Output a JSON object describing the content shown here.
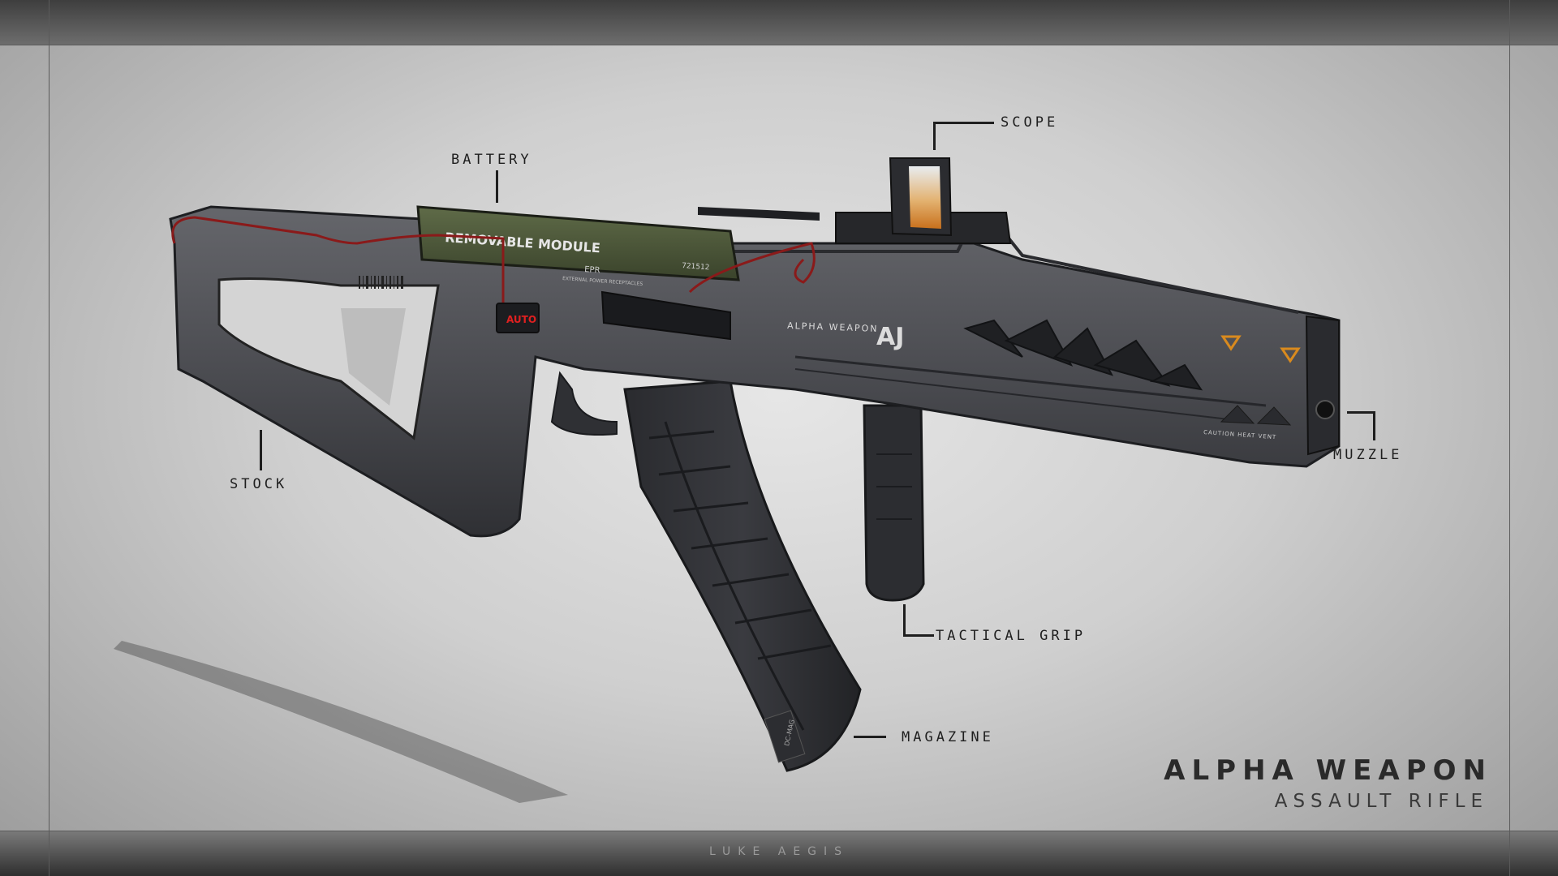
{
  "callouts": {
    "scope": "SCOPE",
    "battery": "BATTERY",
    "stock": "STOCK",
    "muzzle": "MUZZLE",
    "tactical_grip": "TACTICAL GRIP",
    "magazine": "MAGAZINE"
  },
  "title": "ALPHA WEAPON",
  "subtitle": "ASSAULT RIFLE",
  "credit": "LUKE AEGIS",
  "weapon_markings": {
    "battery_module": "REMOVABLE MODULE",
    "battery_code": "EPR",
    "battery_desc": "EXTERNAL POWER RECEPTACLES",
    "battery_serial": "721512",
    "fire_mode": "AUTO",
    "brand": "ALPHA WEAPON",
    "logo": "AJ",
    "warning": "CAUTION HEAT VENT",
    "magazine_tag": "DC-MAG"
  },
  "colors": {
    "body": "#4a4b50",
    "body_dark": "#2e2f33",
    "battery": "#4e5a3c",
    "wire": "#8a1a1a",
    "fire_mode_led": "#e02020",
    "accent": "#d98a1e"
  }
}
